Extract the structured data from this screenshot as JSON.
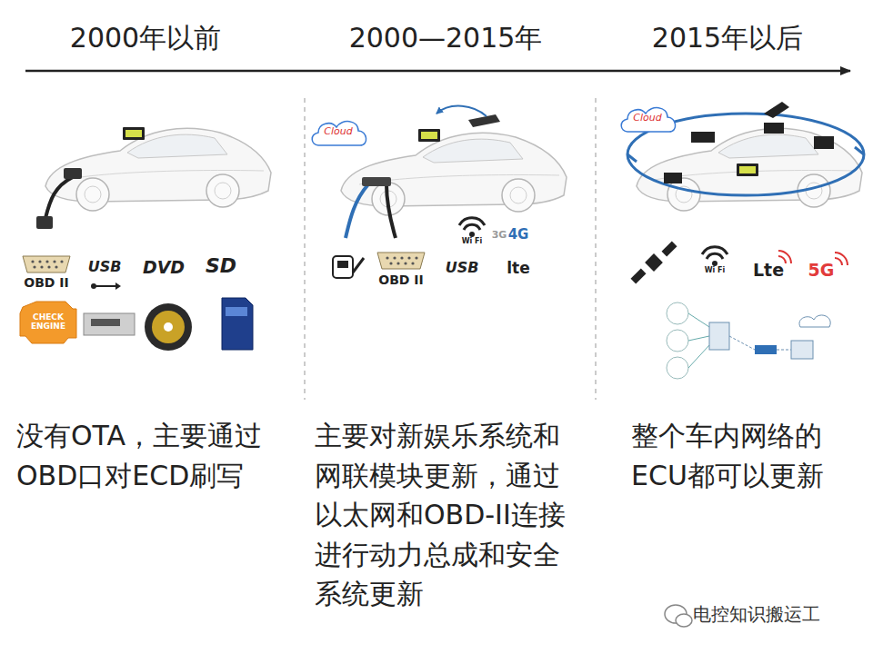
{
  "diagram": {
    "labels": [
      "2000年以前",
      "2000—2015年",
      "2015年以后",
      "OBD II",
      "USB",
      "DVD",
      "SD",
      "CHECK ENGINE",
      "Cloud",
      "OBD II",
      "USB",
      "Wi Fi",
      "3G",
      "4G",
      "lte",
      "Cloud",
      "Wi Fi",
      "Lte",
      "5G",
      "没有OTA，主要通过 OBD口对ECD刷写",
      "主要对新娱乐系统和 网联模块更新，通过 以太网和OBD-II连接 进行动力总成和安全 系统更新",
      "整个车内网络的 ECU都可以更新",
      "电控知识搬运工"
    ]
  }
}
